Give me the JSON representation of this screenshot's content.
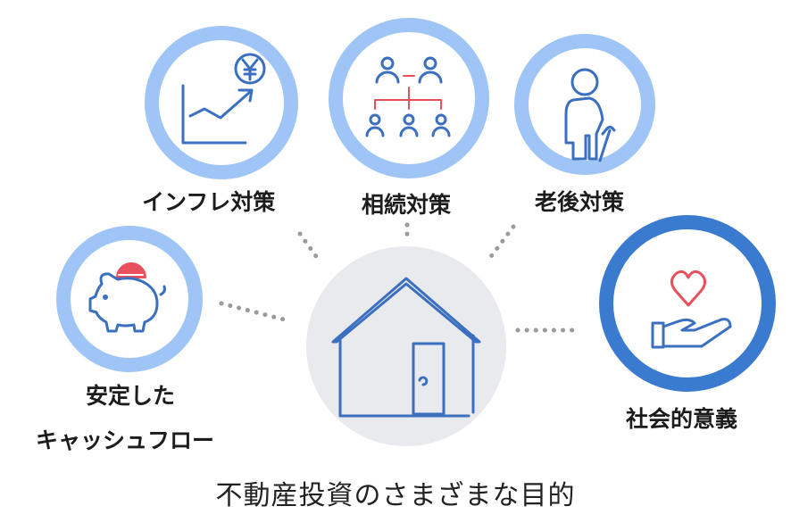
{
  "title": "不動産投資のさまざまな目的",
  "center": {
    "icon": "house-icon"
  },
  "nodes": [
    {
      "id": "inflation",
      "label": "インフレ対策",
      "icon": "yen-growth-chart-icon"
    },
    {
      "id": "inheritance",
      "label": "相続対策",
      "icon": "family-tree-icon"
    },
    {
      "id": "retirement",
      "label": "老後対策",
      "icon": "elderly-person-icon"
    },
    {
      "id": "social",
      "label": "社会的意義",
      "icon": "heart-hand-icon"
    },
    {
      "id": "cashflow",
      "label_line1": "安定した",
      "label_line2": "キャッシュフロー",
      "icon": "piggy-bank-icon"
    }
  ],
  "colors": {
    "ring_light": "#9fc4f6",
    "ring_dark": "#3a7bd0",
    "icon_stroke": "#3b6fc0",
    "accent_red": "#e8505b",
    "center_fill": "#e9eaed",
    "connector": "#9a9a9a"
  }
}
